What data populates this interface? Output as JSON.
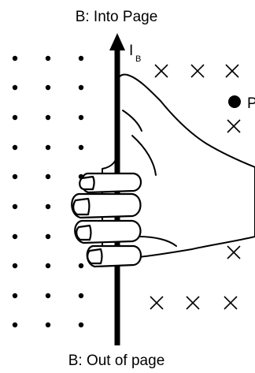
{
  "labels": {
    "top": "B: Into Page",
    "bottom": "B: Out of page",
    "current_main": "I",
    "current_sub": "B",
    "point": "P"
  },
  "field": {
    "left_symbol": "dot",
    "right_symbol": "cross"
  },
  "colors": {
    "ink": "#000000",
    "hand_fill": "#ffffff",
    "background": "#ffffff"
  }
}
